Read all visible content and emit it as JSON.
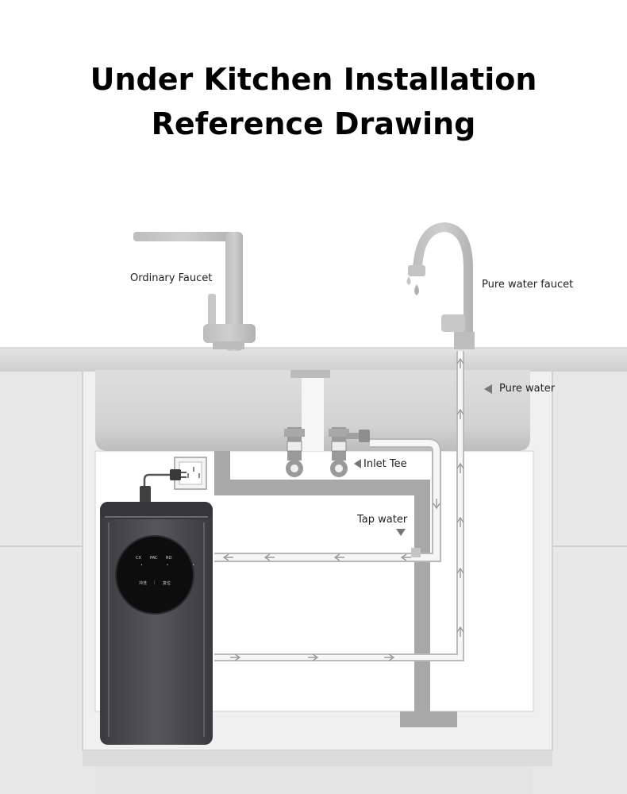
{
  "title": {
    "line1": "Under Kitchen Installation",
    "line2": "Reference Drawing"
  },
  "labels": {
    "ordinary_faucet": "Ordinary Faucet",
    "pure_water_faucet": "Pure water faucet",
    "pure_water": "Pure water",
    "inlet_tee": "Inlet Tee",
    "tap_water": "Tap water"
  },
  "purifier_panel": {
    "indicator_1": "CX",
    "indicator_2": "PAC",
    "indicator_3": "RO",
    "button_1": "冲洗",
    "button_2": "复位"
  },
  "colors": {
    "pipe_white": "#f4f4f4",
    "pipe_outline": "#b5b5b5",
    "drain_gray": "#a4a4a4",
    "counter_gray": "#d9d9d9",
    "cabinet_gray": "#e6e6e6",
    "purifier_body": "#4d4d52",
    "panel_black": "#0d0d0d"
  },
  "icons": [
    "power-plug-icon",
    "wall-socket-icon",
    "arrow-left-icon",
    "arrow-up-icon",
    "arrow-down-icon",
    "arrow-right-icon",
    "triangle-pointer-icon"
  ]
}
